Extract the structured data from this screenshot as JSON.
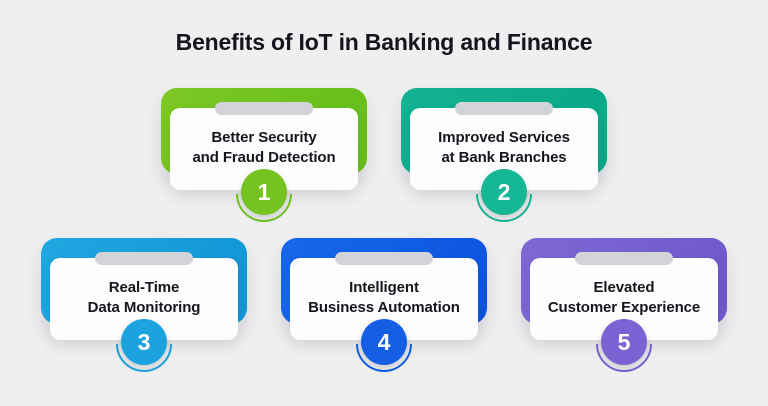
{
  "title": "Benefits of IoT in Banking and Finance",
  "background_color": "#EFEFF0",
  "text_color": "#16161E",
  "handle_color": "#D3D4D7",
  "cards": [
    {
      "number": "1",
      "line1": "Better Security",
      "line2": "and Fraud Detection",
      "color_start": "#7DC724",
      "color_end": "#66BF1B",
      "circle_color": "#74C41F"
    },
    {
      "number": "2",
      "line1": "Improved Services",
      "line2": "at Bank Branches",
      "color_start": "#12B292",
      "color_end": "#09A987",
      "circle_color": "#16B795"
    },
    {
      "number": "3",
      "line1": "Real-Time",
      "line2": "Data Monitoring",
      "color_start": "#20A7E0",
      "color_end": "#1197D6",
      "circle_color": "#1CA3DF"
    },
    {
      "number": "4",
      "line1": "Intelligent",
      "line2": "Business Automation",
      "color_start": "#1667EA",
      "color_end": "#0D55DF",
      "circle_color": "#145FE4"
    },
    {
      "number": "5",
      "line1": "Elevated",
      "line2": "Customer Experience",
      "color_start": "#7E68D4",
      "color_end": "#7058CC",
      "circle_color": "#7B63D3"
    }
  ]
}
